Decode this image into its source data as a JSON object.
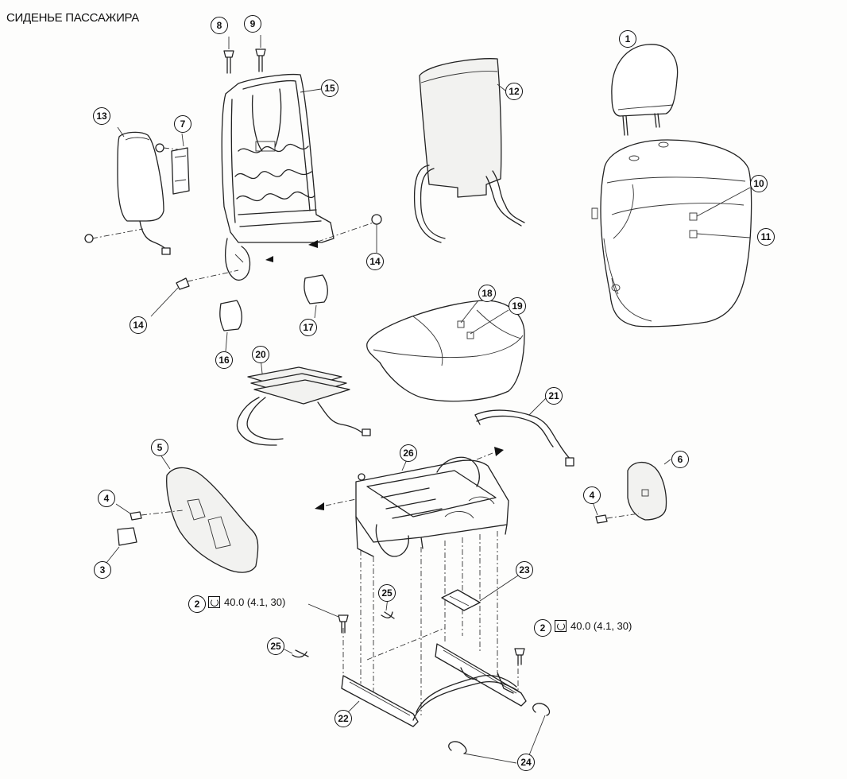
{
  "title": "СИДЕНЬЕ ПАССАЖИРА",
  "callouts": [
    {
      "id": "c1",
      "label": "1"
    },
    {
      "id": "c2a",
      "label": "2"
    },
    {
      "id": "c2b",
      "label": "2"
    },
    {
      "id": "c3",
      "label": "3"
    },
    {
      "id": "c4a",
      "label": "4"
    },
    {
      "id": "c4b",
      "label": "4"
    },
    {
      "id": "c5",
      "label": "5"
    },
    {
      "id": "c6",
      "label": "6"
    },
    {
      "id": "c7",
      "label": "7"
    },
    {
      "id": "c8",
      "label": "8"
    },
    {
      "id": "c9",
      "label": "9"
    },
    {
      "id": "c10",
      "label": "10"
    },
    {
      "id": "c11",
      "label": "11"
    },
    {
      "id": "c12",
      "label": "12"
    },
    {
      "id": "c13",
      "label": "13"
    },
    {
      "id": "c14a",
      "label": "14"
    },
    {
      "id": "c14b",
      "label": "14"
    },
    {
      "id": "c15",
      "label": "15"
    },
    {
      "id": "c16",
      "label": "16"
    },
    {
      "id": "c17",
      "label": "17"
    },
    {
      "id": "c18",
      "label": "18"
    },
    {
      "id": "c19",
      "label": "19"
    },
    {
      "id": "c20",
      "label": "20"
    },
    {
      "id": "c21",
      "label": "21"
    },
    {
      "id": "c22",
      "label": "22"
    },
    {
      "id": "c23",
      "label": "23"
    },
    {
      "id": "c24",
      "label": "24"
    },
    {
      "id": "c25a",
      "label": "25"
    },
    {
      "id": "c25b",
      "label": "25"
    },
    {
      "id": "c26",
      "label": "26"
    }
  ],
  "torque_specs": [
    {
      "id": "t1",
      "value": "40.0 (4.1, 30)"
    },
    {
      "id": "t2",
      "value": "40.0 (4.1, 30)"
    }
  ],
  "icons": {
    "torque": "torque-wrench-icon",
    "arrow": "direction-arrow-icon"
  }
}
